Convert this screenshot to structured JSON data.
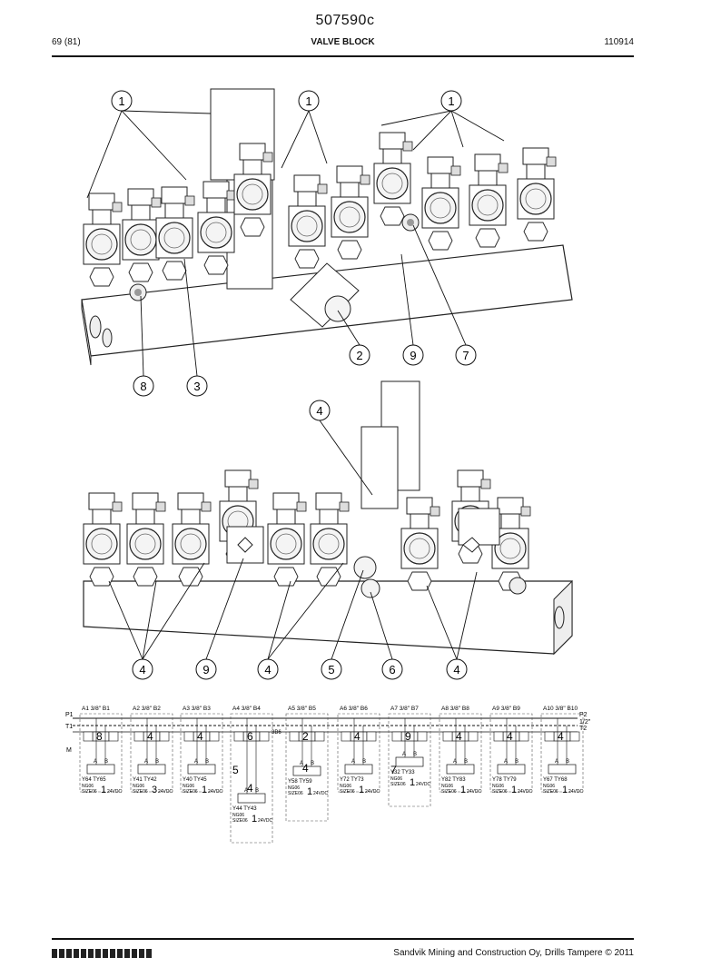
{
  "header": {
    "doc_number": "507590c",
    "page": "69 (81)",
    "title": "VALVE BLOCK",
    "code": "110914"
  },
  "figure1": {
    "callouts": [
      "1",
      "1",
      "1",
      "2",
      "9",
      "7",
      "8",
      "3"
    ]
  },
  "figure2": {
    "callouts": [
      "4",
      "4",
      "9",
      "4",
      "5",
      "6",
      "4"
    ]
  },
  "schematic": {
    "ports_left": [
      "P1",
      "T1",
      "M"
    ],
    "ports_right": [
      "P2",
      "1/2\"",
      "T2"
    ],
    "sections": [
      {
        "top": "A1 3/8\" B1",
        "num": "8",
        "id": "1",
        "coils": "Y64 TY65"
      },
      {
        "top": "A2 3/8\" B2",
        "num": "4",
        "id": "3",
        "coils": "Y41 TY42"
      },
      {
        "top": "A3 3/8\" B3",
        "num": "4",
        "id": "1",
        "coils": "Y40 TY45"
      },
      {
        "top": "A4 3/8\" B4",
        "num": "6",
        "num2": "5",
        "num3": "4",
        "id": "1",
        "coils": "Y44 TY43"
      },
      {
        "top": "A5 3/8\" B5",
        "num": "2",
        "num3": "4",
        "id": "1",
        "coils": "Y58 TY59",
        "extra": "3B6"
      },
      {
        "top": "A6 3/8\" B6",
        "num": "4",
        "id": "1",
        "coils": "Y72 TY73"
      },
      {
        "top": "A7 3/8\" B7",
        "num": "9",
        "num2": "7",
        "id": "1",
        "coils": "Y32 TY33"
      },
      {
        "top": "A8 3/8\" B8",
        "num": "4",
        "id": "1",
        "coils": "Y82 TY83"
      },
      {
        "top": "A9 3/8\" B9",
        "num": "4",
        "id": "1",
        "coils": "Y78 TY79"
      },
      {
        "top": "A10 3/8\" B10",
        "num": "4",
        "id": "1",
        "coils": "Y67 TY68"
      }
    ],
    "size_label": "NG06",
    "size_label2": "SIZE06",
    "voltage": "24VDC",
    "port_a": "A",
    "port_b": "B"
  },
  "footer": {
    "company": "Sandvik Mining and Construction Oy, Drills Tampere © 2011"
  }
}
